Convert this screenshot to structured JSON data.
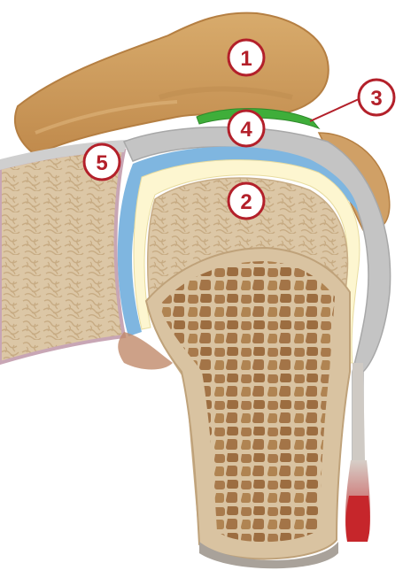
{
  "diagram": {
    "labels": [
      {
        "key": "acromion",
        "text": "1"
      },
      {
        "key": "humeral-head",
        "text": "2"
      },
      {
        "key": "ligament",
        "text": "3"
      },
      {
        "key": "bursa",
        "text": "4"
      },
      {
        "key": "glenoid-labrum",
        "text": "5"
      }
    ],
    "colors": {
      "bone_outer": "#d9b88a",
      "acromion": "#cf9f5f",
      "acromion_shade": "#b8874b",
      "spongy_bone": "#d8c3a2",
      "marrow": "#b88c5f",
      "cartilage": "#fdf6d0",
      "synovial": "#7fb6e0",
      "capsule": "#b9b9b9",
      "ligament": "#3fae3a",
      "muscle": "#c9302c",
      "label_ring": "#b3202a"
    }
  }
}
